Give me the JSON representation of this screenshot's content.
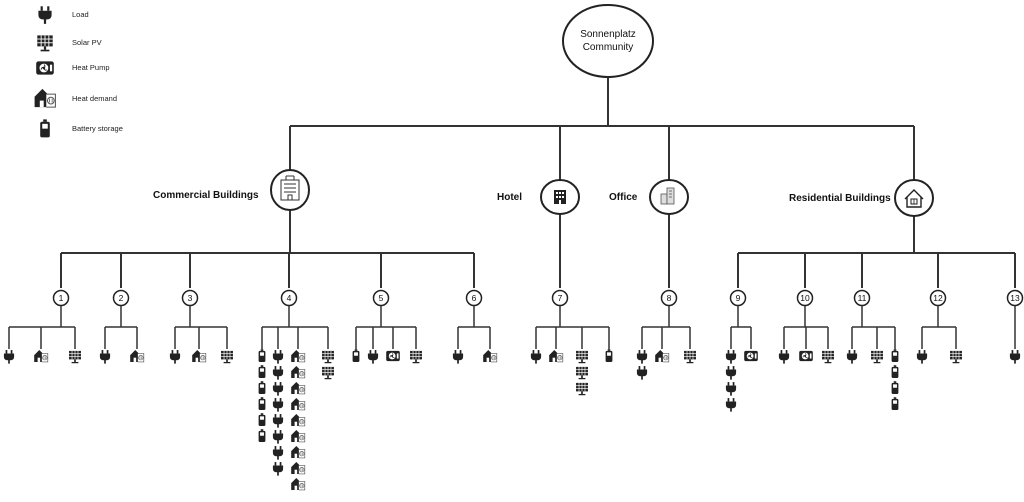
{
  "root": {
    "line1": "Sonnenplatz",
    "line2": "Community"
  },
  "legend": [
    {
      "icon": "load-icon",
      "label": "Load"
    },
    {
      "icon": "solar-pv-icon",
      "label": "Solar PV"
    },
    {
      "icon": "heat-pump-icon",
      "label": "Heat Pump"
    },
    {
      "icon": "heat-demand-icon",
      "label": "Heat demand"
    },
    {
      "icon": "battery-storage-icon",
      "label": "Battery storage"
    }
  ],
  "categories": [
    {
      "label": "Commercial Buildings",
      "icon": "office-building-icon"
    },
    {
      "label": "Hotel",
      "icon": "hotel-icon"
    },
    {
      "label": "Office",
      "icon": "office-icon"
    },
    {
      "label": "Residential Buildings",
      "icon": "house-icon"
    }
  ],
  "buildings": [
    {
      "id": "1",
      "columns": [
        [
          "load"
        ],
        [
          "heat"
        ],
        [
          "pv"
        ]
      ]
    },
    {
      "id": "2",
      "columns": [
        [
          "load"
        ],
        [
          "heat"
        ]
      ]
    },
    {
      "id": "3",
      "columns": [
        [
          "load"
        ],
        [
          "heat"
        ],
        [
          "pv"
        ]
      ]
    },
    {
      "id": "4",
      "columns": [
        [
          "battery",
          "battery",
          "battery",
          "battery",
          "battery",
          "battery"
        ],
        [
          "load",
          "load",
          "load",
          "load",
          "load",
          "load",
          "load",
          "load"
        ],
        [
          "heat",
          "heat",
          "heat",
          "heat",
          "heat",
          "heat",
          "heat",
          "heat",
          "heat"
        ],
        [
          "pv",
          "pv"
        ]
      ]
    },
    {
      "id": "5",
      "columns": [
        [
          "battery"
        ],
        [
          "load"
        ],
        [
          "heatpump"
        ],
        [
          "pv"
        ]
      ]
    },
    {
      "id": "6",
      "columns": [
        [
          "load"
        ],
        [
          "heat"
        ]
      ]
    },
    {
      "id": "7",
      "columns": [
        [
          "load"
        ],
        [
          "heat"
        ],
        [
          "pv",
          "pv",
          "pv"
        ],
        [
          "battery"
        ]
      ]
    },
    {
      "id": "8",
      "columns": [
        [
          "load",
          "load"
        ],
        [
          "heat"
        ],
        [
          "pv"
        ]
      ]
    },
    {
      "id": "9",
      "columns": [
        [
          "load",
          "load",
          "load",
          "load"
        ],
        [
          "heatpump"
        ]
      ]
    },
    {
      "id": "10",
      "columns": [
        [
          "load"
        ],
        [
          "heatpump"
        ],
        [
          "pv"
        ]
      ]
    },
    {
      "id": "11",
      "columns": [
        [
          "load"
        ],
        [
          "pv"
        ],
        [
          "battery",
          "battery",
          "battery",
          "battery"
        ]
      ]
    },
    {
      "id": "12",
      "columns": [
        [
          "load"
        ],
        [
          "pv"
        ]
      ]
    },
    {
      "id": "13",
      "columns": [
        [
          "load"
        ]
      ]
    }
  ]
}
